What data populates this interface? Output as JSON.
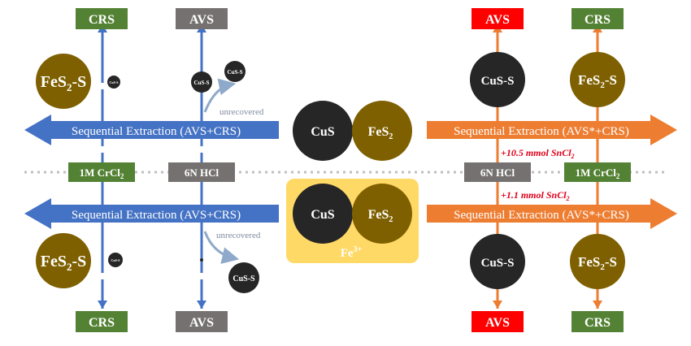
{
  "colors": {
    "blue": "#4472C4",
    "orange": "#ED7D31",
    "green": "#548235",
    "gray": "#767171",
    "red": "#FF0000",
    "olive": "#7F6000",
    "black": "#262626",
    "yellow": "#FFD966",
    "dotted": "#BFBFBF",
    "arc": "#8EA9C9"
  },
  "labels": {
    "crs": "CRS",
    "avs": "AVS",
    "fes2_s_main": "FeS",
    "fes2_s_sub": "2",
    "fes2_s_tail": "-S",
    "cus_s": "CuS-S",
    "cus": "CuS",
    "fes2_main": "FeS",
    "fes2_sub": "2",
    "unrecovered": "unrecovered",
    "fe3_main": "Fe",
    "fe3_sup": "3+"
  },
  "arrows": {
    "blue_top": "Sequential Extraction (AVS+CRS)",
    "blue_bottom": "Sequential Extraction (AVS+CRS)",
    "orange_top": "Sequential Extraction (AVS*+CRS)",
    "orange_bottom": "Sequential Extraction (AVS*+CRS)"
  },
  "reagents": {
    "crcl_main": "1M CrCl",
    "crcl_sub": "2",
    "hcl": "6N HCl"
  },
  "sncl": {
    "top_main": "+10.5 mmol SnCl",
    "top_sub": "2",
    "bottom_main": "+1.1 mmol SnCl",
    "bottom_sub": "2"
  }
}
